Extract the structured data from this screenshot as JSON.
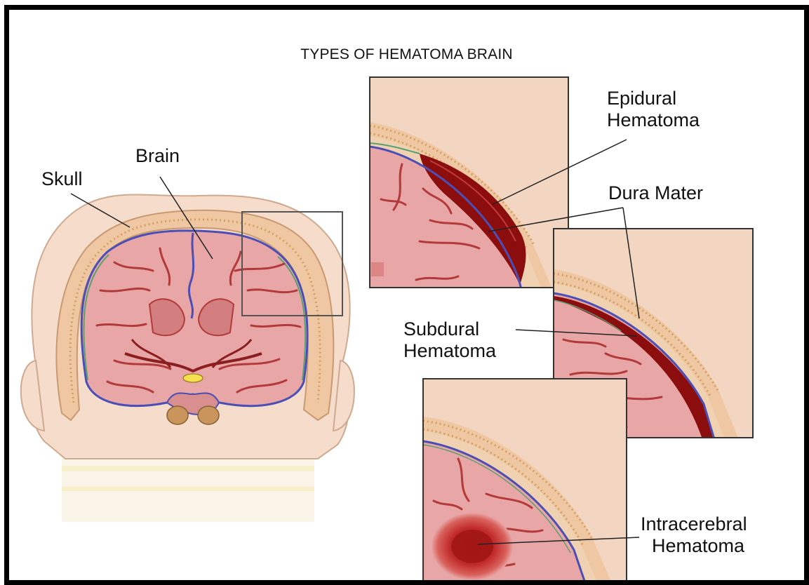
{
  "title": "TYPES OF HEMATOMA BRAIN",
  "labels": {
    "skull": "Skull",
    "brain": "Brain",
    "epidural_line1": "Epidural",
    "epidural_line2": "Hematoma",
    "dura_mater": "Dura Mater",
    "subdural_line1": "Subdural",
    "subdural_line2": "Hematoma",
    "intracerebral_line1": "Intracerebral",
    "intracerebral_line2": "Hematoma"
  },
  "colors": {
    "skin": "#f3d6c2",
    "bone": "#f0c9a5",
    "brain": "#e8a4a4",
    "sulci": "#b33a3a",
    "dura": "#4b4fb5",
    "blood_dark": "#8b0d0d",
    "blood": "#b41a1a"
  }
}
